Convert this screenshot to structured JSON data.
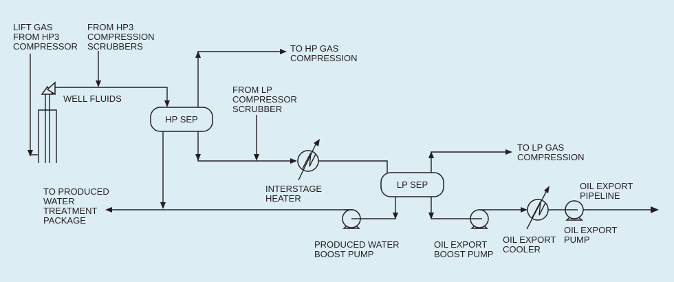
{
  "diagram": {
    "background_color": "#dcedf4",
    "line_color": "#231f20",
    "labels": {
      "lift_gas": "LIFT GAS\nFROM HP3\nCOMPRESSOR",
      "hp3_scrubbers": "FROM HP3\nCOMPRESSION\nSCRUBBERS",
      "well_fluids": "WELL FLUIDS",
      "to_hp_gas": "TO HP GAS\nCOMPRESSION",
      "lp_scrubber": "FROM LP\nCOMPRESSOR\nSCRUBBER",
      "interstage_heater": "INTERSTAGE\nHEATER",
      "to_lp_gas": "TO LP GAS\nCOMPRESSION",
      "produced_water_treatment": "TO PRODUCED\nWATER\nTREATMENT\nPACKAGE",
      "produced_water_pump": "PRODUCED WATER\nBOOST PUMP",
      "oil_export_boost_pump": "OIL EXPORT\nBOOST PUMP",
      "oil_export_cooler": "OIL EXPORT\nCOOLER",
      "oil_export_pump": "OIL EXPORT\nPUMP",
      "oil_export_pipeline": "OIL EXPORT\nPIPELINE"
    },
    "vessels": {
      "hp_sep": "HP SEP",
      "lp_sep": "LP SEP"
    },
    "equipment_icons": [
      "wellhead-icon",
      "separator-icon",
      "heat-exchanger-icon",
      "centrifugal-pump-icon"
    ]
  }
}
